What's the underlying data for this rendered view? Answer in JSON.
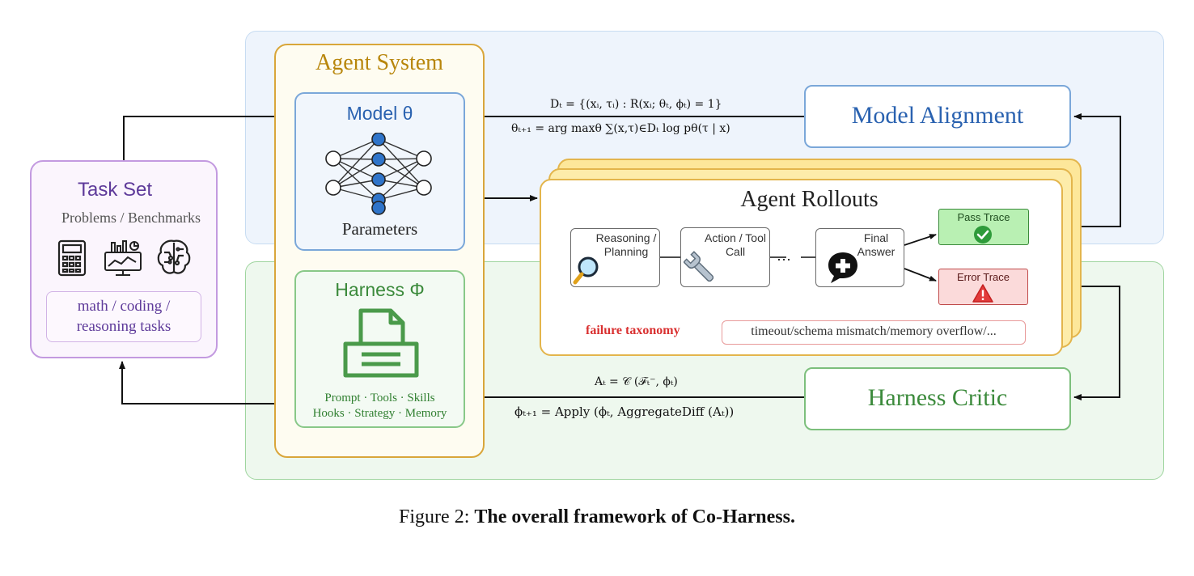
{
  "agent_system": {
    "title": "Agent System",
    "model": {
      "title": "Model θ",
      "subtitle": "Parameters"
    },
    "harness": {
      "title": "Harness Φ",
      "line1": "Prompt · Tools · Skills",
      "line2": "Hooks · Strategy · Memory"
    }
  },
  "task_set": {
    "title": "Task Set",
    "subtitle": "Problems / Benchmarks",
    "icons": [
      "calculator-icon",
      "monitor-chart-icon",
      "brain-circuit-icon"
    ],
    "tasks_line1": "math / coding /",
    "tasks_line2": "reasoning tasks"
  },
  "model_alignment": {
    "title": "Model Alignment"
  },
  "harness_critic": {
    "title": "Harness Critic"
  },
  "rollouts": {
    "title": "Agent Rollouts",
    "steps": [
      {
        "label": "Reasoning / Planning",
        "icon": "magnifier-icon"
      },
      {
        "label": "Action / Tool Call",
        "icon": "wrench-icon"
      },
      {
        "label": "Final Answer",
        "icon": "chat-plus-icon"
      }
    ],
    "ellipsis": "…",
    "pass_trace": "Pass Trace",
    "error_trace": "Error Trace",
    "failure_label": "failure taxonomy",
    "failure_text": "timeout/schema mismatch/memory overflow/..."
  },
  "equations": {
    "dataset": "Dₜ = {(xᵢ, τᵢ) : R(xᵢ; θₜ, ϕₜ) = 1}",
    "theta_update": "θₜ₊₁ = arg maxθ ∑(x,τ)∈Dₜ log pθ(τ | x)",
    "critic_output": "Aₜ = 𝒞 (ℱₜ⁻, ϕₜ)",
    "phi_update": "ϕₜ₊₁ = Apply (ϕₜ, AggregateDiff (Aₜ))"
  },
  "caption": {
    "prefix": "Figure 2:",
    "bold": "The overall framework of Co-Harness."
  },
  "colors": {
    "blue": "#2a62b0",
    "green": "#3b8a3b",
    "gold": "#b8860b",
    "purple": "#5e3a9a",
    "red": "#d93030"
  }
}
